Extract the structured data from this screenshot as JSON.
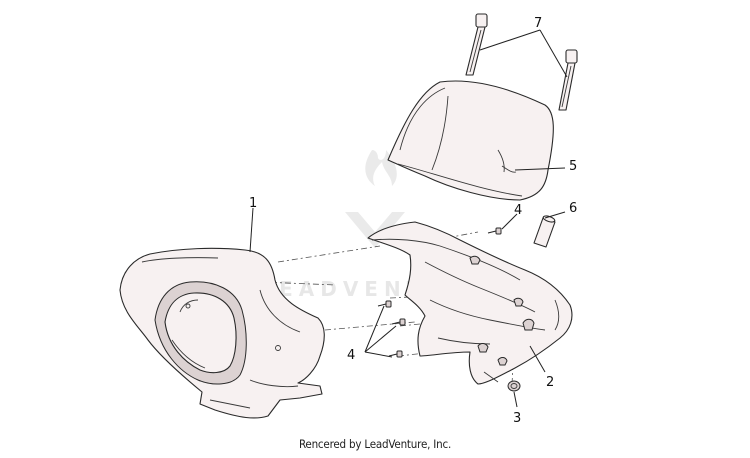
{
  "callouts": {
    "c1": "1",
    "c2": "2",
    "c3": "3",
    "c4a": "4",
    "c4b": "4",
    "c5": "5",
    "c6": "6",
    "c7": "7"
  },
  "watermark": {
    "text": "LEADVENTURE"
  },
  "footer": {
    "credit": "Rencered by LeadVenture, Inc."
  }
}
